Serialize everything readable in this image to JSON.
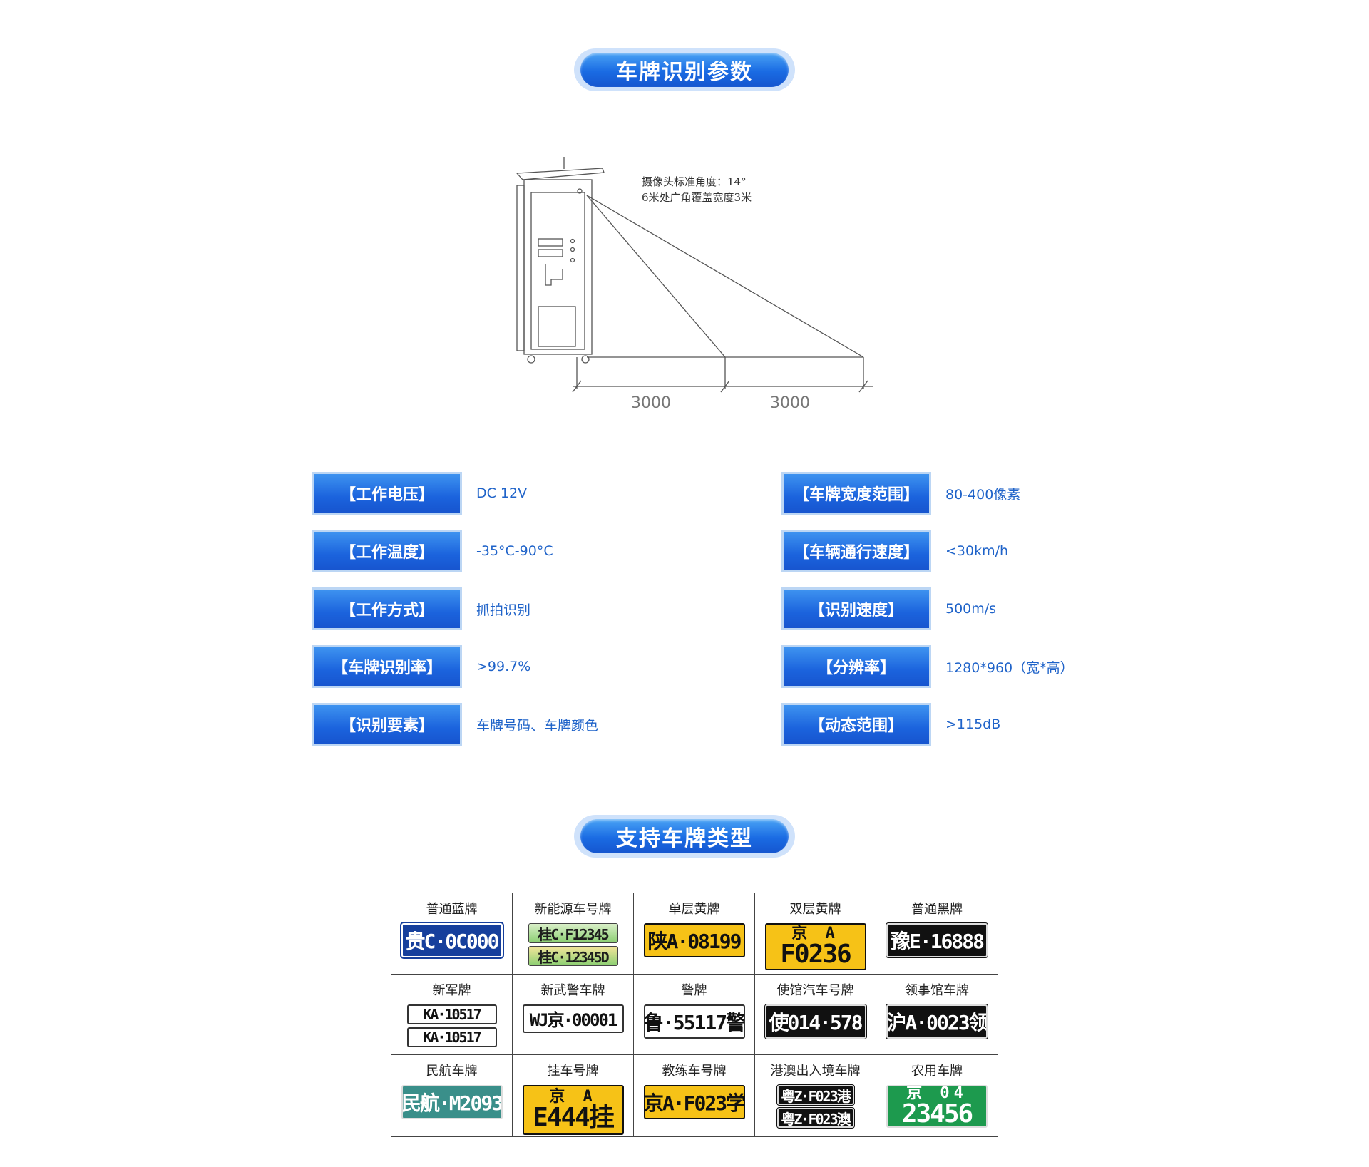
{
  "section_titles": {
    "params": "车牌识别参数",
    "types": "支持车牌类型"
  },
  "diagram": {
    "caption_line1": "摄像头标准角度：14°",
    "caption_line2": "6米处广角覆盖宽度3米",
    "dimension_1": "3000",
    "dimension_2": "3000"
  },
  "specs_left": [
    {
      "label": "【工作电压】",
      "value": "DC 12V"
    },
    {
      "label": "【工作温度】",
      "value": "-35°C-90°C"
    },
    {
      "label": "【工作方式】",
      "value": "抓拍识别"
    },
    {
      "label": "【车牌识别率】",
      "value": ">99.7%"
    },
    {
      "label": "【识别要素】",
      "value": "车牌号码、车牌颜色"
    }
  ],
  "specs_right": [
    {
      "label": "【车牌宽度范围】",
      "value": "80-400像素"
    },
    {
      "label": "【车辆通行速度】",
      "value": "<30km/h"
    },
    {
      "label": "【识别速度】",
      "value": "500m/s"
    },
    {
      "label": "【分辨率】",
      "value": "1280*960（宽*高）"
    },
    {
      "label": "【动态范围】",
      "value": ">115dB"
    }
  ],
  "plates": [
    {
      "name": "普通蓝牌",
      "lines": [
        "贵C·0C000"
      ]
    },
    {
      "name": "新能源车号牌",
      "lines": [
        "桂C·F12345",
        "桂C·12345D"
      ]
    },
    {
      "name": "单层黄牌",
      "lines": [
        "陕A·08199"
      ]
    },
    {
      "name": "双层黄牌",
      "top": "京 A",
      "bottom": "F0236"
    },
    {
      "name": "普通黑牌",
      "lines": [
        "豫E·16888"
      ]
    },
    {
      "name": "新军牌",
      "lines": [
        "KA·10517",
        "KA·10517"
      ]
    },
    {
      "name": "新武警车牌",
      "lines": [
        "WJ京·00001"
      ]
    },
    {
      "name": "警牌",
      "lines": [
        "鲁·55117警"
      ]
    },
    {
      "name": "使馆汽车号牌",
      "lines": [
        "使014·578"
      ]
    },
    {
      "name": "领事馆车牌",
      "lines": [
        "沪A·0023领"
      ]
    },
    {
      "name": "民航车牌",
      "lines": [
        "民航·M2093"
      ]
    },
    {
      "name": "挂车号牌",
      "top": "京 A",
      "bottom": "E444挂"
    },
    {
      "name": "教练车号牌",
      "lines": [
        "京A·F023学"
      ]
    },
    {
      "name": "港澳出入境车牌",
      "lines": [
        "粤Z·F023港",
        "粤Z·F023澳"
      ]
    },
    {
      "name": "农用车牌",
      "top": "京 04",
      "bottom": "23456"
    }
  ],
  "colors": {
    "accent": "#1a6be3",
    "value_text": "#1f63c9"
  }
}
